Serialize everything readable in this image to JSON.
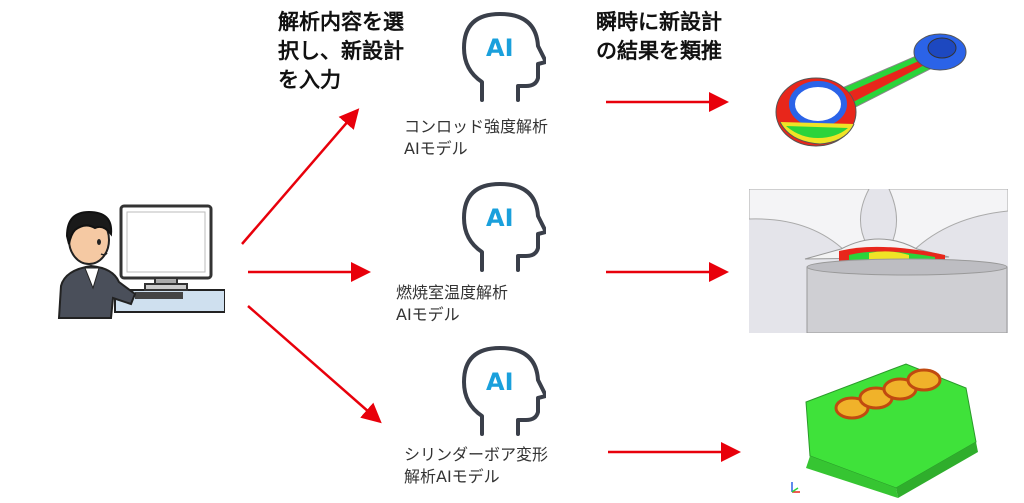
{
  "steps": {
    "input_line1": "解析内容を選",
    "input_line2": "択し、新設計",
    "input_line3": "を入力",
    "output_line1": "瞬時に新設計",
    "output_line2": "の結果を類推"
  },
  "models": [
    {
      "icon_text": "AI",
      "line1": "コンロッド強度解析",
      "line2": "AIモデル"
    },
    {
      "icon_text": "AI",
      "line1": "燃焼室温度解析",
      "line2": "AIモデル"
    },
    {
      "icon_text": "AI",
      "line1": "シリンダーボア変形",
      "line2": "解析AIモデル"
    }
  ],
  "colors": {
    "arrow": "#e8000b",
    "ai_text": "#1aa0dc",
    "head_stroke": "#3a3f4a"
  },
  "icons": {
    "user": "person-at-computer-icon",
    "head": "ai-head-icon",
    "result1": "connecting-rod-stress-image",
    "result2": "combustion-chamber-temperature-image",
    "result3": "cylinder-block-deformation-image"
  }
}
